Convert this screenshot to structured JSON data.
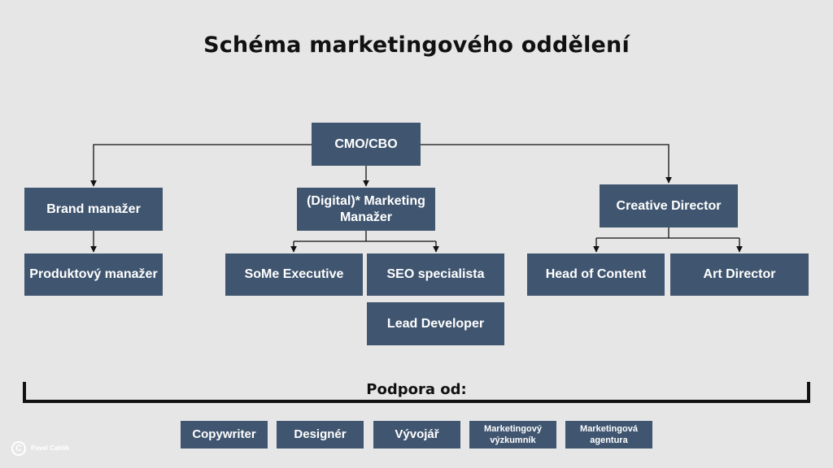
{
  "title": "Schéma marketingového oddělení",
  "org": {
    "cmo": "CMO/CBO",
    "brand_manager": "Brand manažer",
    "digital_manager": "(Digital)* Marketing\nManažer",
    "creative_director": "Creative Director",
    "product_manager": "Produktový manažer",
    "some_executive": "SoMe Executive",
    "seo_specialist": "SEO specialista",
    "lead_developer": "Lead Developer",
    "head_of_content": "Head of Content",
    "art_director": "Art Director"
  },
  "support": {
    "label": "Podpora od:",
    "items": [
      "Copywriter",
      "Designér",
      "Vývojář",
      "Marketingový\nvýzkumník",
      "Marketingová\nagentura"
    ]
  },
  "logo": {
    "text": "Pavel Cahlík"
  },
  "colors": {
    "box": "#405670",
    "background": "#e6e6e6",
    "line": "#111111"
  }
}
